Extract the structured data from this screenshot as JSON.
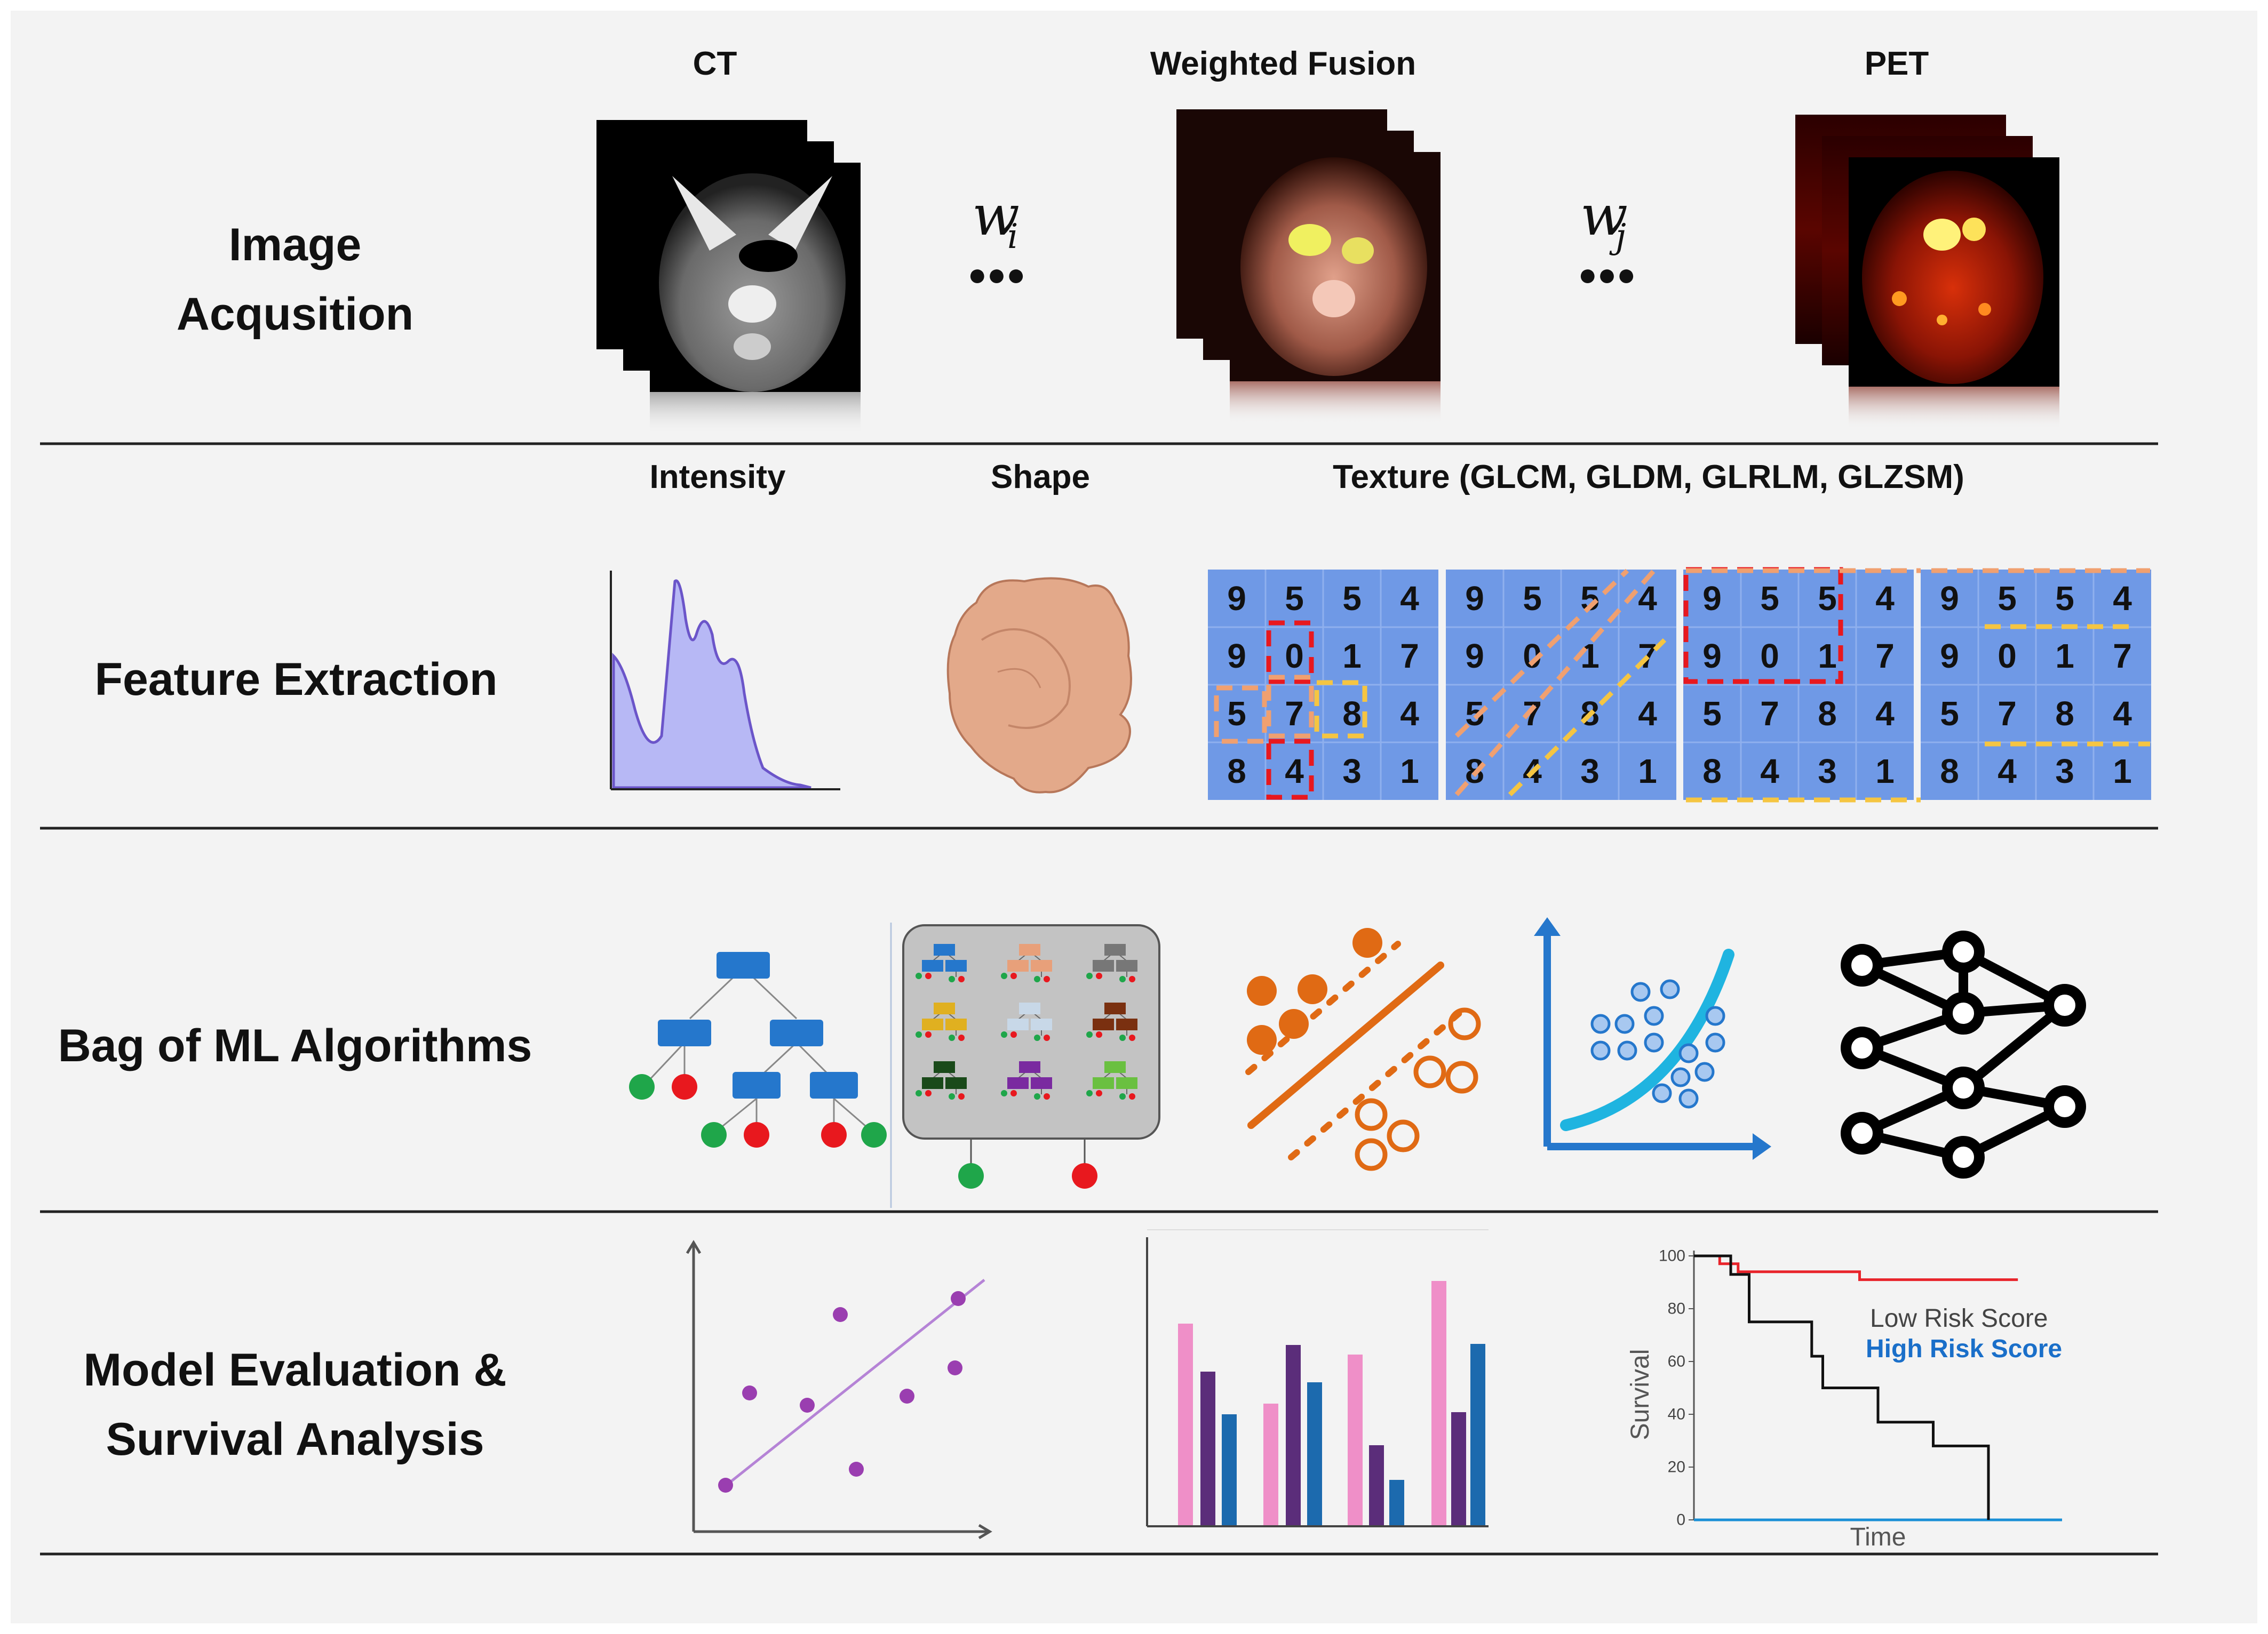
{
  "stages": [
    {
      "id": "acq",
      "label_lines": [
        "Image",
        "Acqusition"
      ]
    },
    {
      "id": "feat",
      "label_lines": [
        "Feature Extraction"
      ]
    },
    {
      "id": "ml",
      "label_lines": [
        "Bag of ML Algorithms"
      ]
    },
    {
      "id": "eval",
      "label_lines": [
        "Model Evaluation &",
        "Survival Analysis"
      ]
    }
  ],
  "acquisition": {
    "ct_label": "CT",
    "fusion_label": "Weighted Fusion",
    "pet_label": "PET",
    "weight_i": {
      "base": "w",
      "sub": "i"
    },
    "weight_j": {
      "base": "w",
      "sub": "j"
    },
    "ellipsis": "●●●"
  },
  "features": {
    "intensity_label": "Intensity",
    "shape_label": "Shape",
    "texture_label": "Texture (GLCM, GLDM, GLRLM, GLZSM)",
    "matrix": [
      [
        9,
        5,
        5,
        4
      ],
      [
        9,
        0,
        1,
        7
      ],
      [
        5,
        7,
        8,
        4
      ],
      [
        8,
        4,
        3,
        1
      ]
    ]
  },
  "ml_algorithms": [
    "decision-tree",
    "random-forest",
    "support-vector-machine",
    "regression",
    "neural-network"
  ],
  "survival_chart": {
    "type": "line",
    "ylabel": "Survival",
    "xlabel": "Time",
    "y_ticks": [
      0,
      20,
      40,
      60,
      80,
      100
    ],
    "ylim": [
      0,
      100
    ],
    "series": [
      {
        "name": "Low Risk Score",
        "color": "#e8232a",
        "points": [
          [
            0,
            100
          ],
          [
            0.07,
            100
          ],
          [
            0.07,
            97
          ],
          [
            0.12,
            97
          ],
          [
            0.12,
            94
          ],
          [
            0.45,
            94
          ],
          [
            0.45,
            91
          ],
          [
            0.88,
            91
          ]
        ]
      },
      {
        "name": "High Risk Score",
        "color": "#111111",
        "points": [
          [
            0,
            100
          ],
          [
            0.1,
            100
          ],
          [
            0.1,
            93
          ],
          [
            0.15,
            93
          ],
          [
            0.15,
            75
          ],
          [
            0.32,
            75
          ],
          [
            0.32,
            62
          ],
          [
            0.35,
            62
          ],
          [
            0.35,
            50
          ],
          [
            0.5,
            50
          ],
          [
            0.5,
            37
          ],
          [
            0.65,
            37
          ],
          [
            0.65,
            28
          ],
          [
            0.8,
            28
          ],
          [
            0.8,
            0
          ]
        ]
      }
    ],
    "legend_colors": {
      "low": "#444444",
      "high": "#1a6fc9"
    }
  },
  "colors": {
    "grid_fill": "#6f99e6",
    "tree_box": "#2577cc",
    "green": "#1fa64a",
    "red": "#e8181e",
    "svm_orange": "#e06a14",
    "accent_blue": "#1a6fc9"
  }
}
